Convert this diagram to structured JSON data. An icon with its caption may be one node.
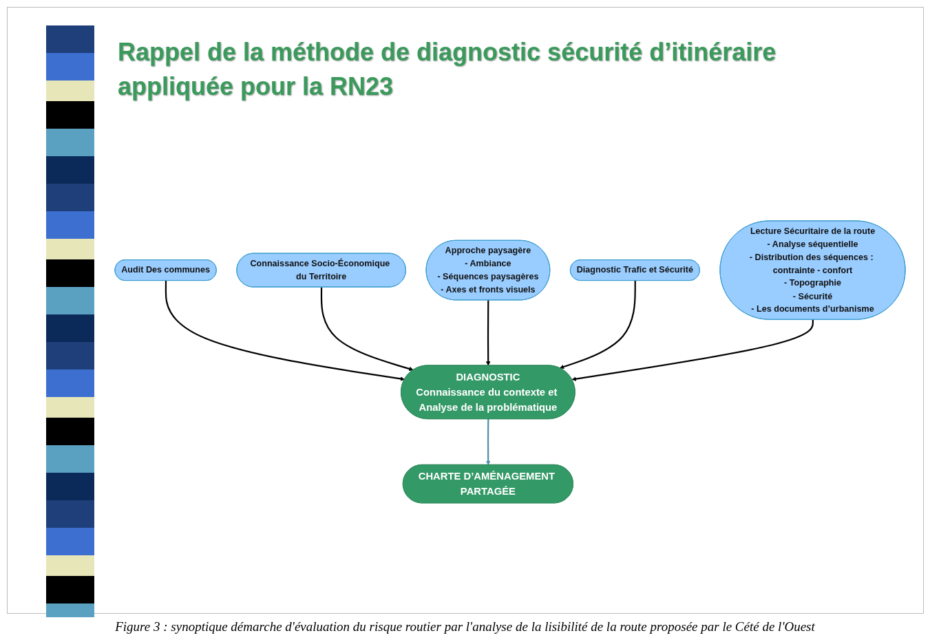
{
  "diagram": {
    "title": "Rappel de la méthode de diagnostic sécurité d’itinéraire appliquée pour la RN23",
    "caption": "Figure 3 : synoptique démarche d'évaluation du risque routier par l'analyse de la lisibilité de la route proposée par le Cété de l'Ouest",
    "nodes": [
      {
        "text": [
          "Audit Des communes"
        ]
      },
      {
        "text": [
          "Connaissance Socio-Économique du Territoire"
        ]
      },
      {
        "text": [
          "Approche paysagère",
          "- Ambiance",
          "- Séquences paysagères",
          "- Axes et fronts visuels"
        ]
      },
      {
        "text": [
          "DIAGNOSTIC",
          "Connaissance du contexte et Analyse de la problématique"
        ]
      },
      {
        "text": [
          "Diagnostic Trafic et Sécurité"
        ]
      },
      {
        "text": [
          "Lecture Sécuritaire de la route",
          "- Analyse séquentielle",
          "- Distribution des séquences : contrainte - confort",
          "- Topographie",
          "- Sécurité",
          "- Les documents d’urbanisme"
        ]
      },
      {
        "text": [
          "CHARTE D’AMÉNAGEMENT PARTAGÉE"
        ]
      }
    ],
    "edges": [
      {
        "from": 0,
        "to": 3,
        "arrow": "to"
      },
      {
        "from": 1,
        "to": 3,
        "arrow": "to"
      },
      {
        "from": 2,
        "to": 3,
        "arrow": "to"
      },
      {
        "from": 4,
        "to": 3,
        "arrow": "to"
      },
      {
        "from": 5,
        "to": 3,
        "arrow": "to"
      },
      {
        "from": 3,
        "to": 6,
        "arrow": "to",
        "color": "#4f8fa8"
      }
    ]
  }
}
